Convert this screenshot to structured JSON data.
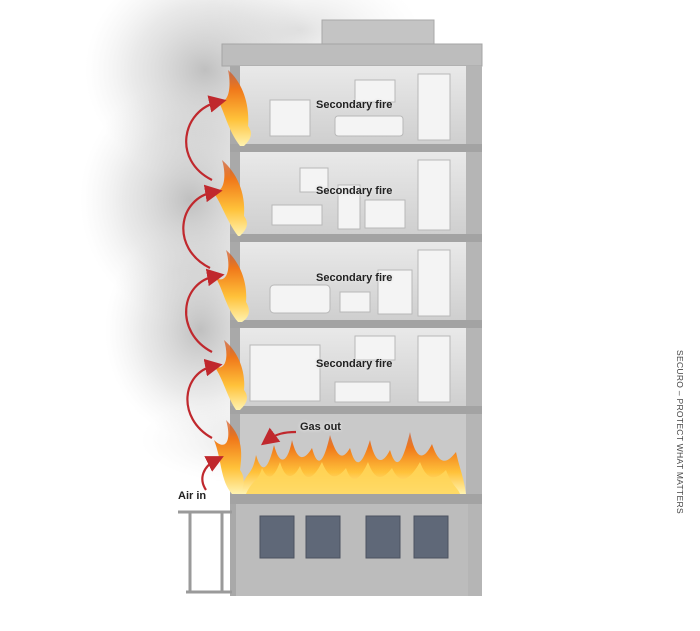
{
  "labels": {
    "floor1": "Secondary fire",
    "floor2": "Secondary fire",
    "floor3": "Secondary fire",
    "floor4": "Secondary fire",
    "gas_out": "Gas out",
    "air_in": "Air in"
  },
  "side_caption": "SECURO – PROTECT WHAT MATTERS",
  "colors": {
    "building": "#b9b9b9",
    "interior": "#d6d6d6",
    "arrow": "#c0282d",
    "fire": "#f59a1c",
    "window": "#5f6878",
    "smoke": "#a6a6a6"
  },
  "icons": [
    "flame-icon",
    "curved-arrow-icon",
    "smoke-cloud-icon"
  ]
}
